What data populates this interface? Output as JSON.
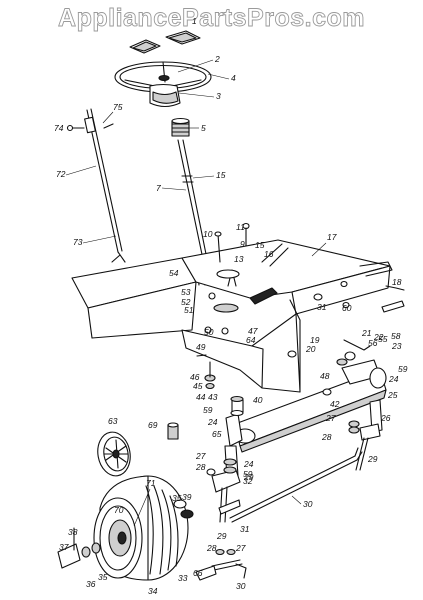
{
  "watermark": "AppliancePartsPros.com",
  "labels": [
    "1",
    "2",
    "3",
    "4",
    "5",
    "7",
    "9",
    "10",
    "11",
    "13",
    "15",
    "15",
    "16",
    "17",
    "18",
    "19",
    "20",
    "21",
    "22",
    "23",
    "24",
    "24",
    "24",
    "25",
    "26",
    "27",
    "27",
    "27",
    "28",
    "28",
    "28",
    "29",
    "29",
    "29",
    "30",
    "30",
    "31",
    "31",
    "32",
    "33",
    "34",
    "35",
    "35",
    "36",
    "37",
    "38",
    "39",
    "40",
    "42",
    "43",
    "44",
    "45",
    "46",
    "47",
    "48",
    "49",
    "50",
    "51",
    "52",
    "53",
    "54",
    "55",
    "56",
    "58",
    "59",
    "59",
    "59",
    "60",
    "63",
    "64",
    "65",
    "66",
    "69",
    "70",
    "71",
    "72",
    "73",
    "74",
    "75"
  ]
}
